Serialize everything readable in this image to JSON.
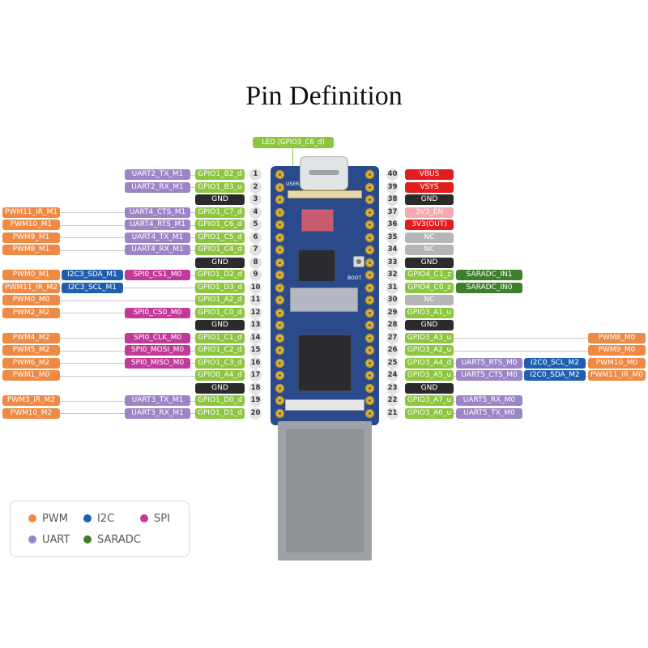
{
  "title": "Pin Definition",
  "led_label": "LED (GPIO3_C6_d)",
  "board_text": {
    "user": "USER",
    "boot": "BOOT"
  },
  "colors": {
    "pwm": "#ee8a43",
    "i2c": "#1f5fb0",
    "spi": "#c13a9a",
    "uart": "#9b85c6",
    "gpio": "#8cc63f",
    "saradc": "#3e7f2c",
    "gnd": "#2b2b2b",
    "power": "#e31d1d",
    "nc": "#b6b6b6"
  },
  "legend": [
    {
      "label": "PWM",
      "type": "pwm"
    },
    {
      "label": "I2C",
      "type": "i2c"
    },
    {
      "label": "SPI",
      "type": "spi"
    },
    {
      "label": "UART",
      "type": "uart"
    },
    {
      "label": "SARADC",
      "type": "sar"
    }
  ],
  "left_pins": [
    {
      "num": "1",
      "labels": [
        {
          "text": "UART2_TX_M1",
          "type": "uart"
        },
        {
          "text": "GPIO1_B2_d",
          "type": "gpio"
        }
      ]
    },
    {
      "num": "2",
      "labels": [
        {
          "text": "UART2_RX_M1",
          "type": "uart"
        },
        {
          "text": "GPIO1_B3_u",
          "type": "gpio"
        }
      ]
    },
    {
      "num": "3",
      "labels": [
        {
          "text": "GND",
          "type": "gnd"
        }
      ]
    },
    {
      "num": "4",
      "labels": [
        {
          "text": "PWM11_IR_M1",
          "type": "pwm"
        },
        {
          "text": "UART4_CTS_M1",
          "type": "uart"
        },
        {
          "text": "GPIO1_C7_d",
          "type": "gpio"
        }
      ]
    },
    {
      "num": "5",
      "labels": [
        {
          "text": "PWM10_M1",
          "type": "pwm"
        },
        {
          "text": "UART4_RTS_M1",
          "type": "uart"
        },
        {
          "text": "GPIO1_C6_d",
          "type": "gpio"
        }
      ]
    },
    {
      "num": "6",
      "labels": [
        {
          "text": "PWM9_M1",
          "type": "pwm"
        },
        {
          "text": "UART4_TX_M1",
          "type": "uart"
        },
        {
          "text": "GPIO1_C5_d",
          "type": "gpio"
        }
      ]
    },
    {
      "num": "7",
      "labels": [
        {
          "text": "PWM8_M1",
          "type": "pwm"
        },
        {
          "text": "UART4_RX_M1",
          "type": "uart"
        },
        {
          "text": "GPIO1_C4_d",
          "type": "gpio"
        }
      ]
    },
    {
      "num": "8",
      "labels": [
        {
          "text": "GND",
          "type": "gnd"
        }
      ]
    },
    {
      "num": "9",
      "labels": [
        {
          "text": "PWM0_M1",
          "type": "pwm"
        },
        {
          "text": "I2C3_SDA_M1",
          "type": "i2c"
        },
        {
          "text": "SPI0_CS1_M0",
          "type": "spi"
        },
        {
          "text": "GPIO1_D2_d",
          "type": "gpio"
        }
      ]
    },
    {
      "num": "10",
      "labels": [
        {
          "text": "PWM11_IR_M2",
          "type": "pwm"
        },
        {
          "text": "I2C3_SCL_M1",
          "type": "i2c"
        },
        {
          "text": "GPIO1_D3_d",
          "type": "gpio"
        }
      ]
    },
    {
      "num": "11",
      "labels": [
        {
          "text": "PWM0_M0",
          "type": "pwm"
        },
        {
          "text": "GPIO1_A2_d",
          "type": "gpio"
        }
      ]
    },
    {
      "num": "12",
      "labels": [
        {
          "text": "PWM2_M2",
          "type": "pwm"
        },
        {
          "text": "SPI0_CS0_M0",
          "type": "spi"
        },
        {
          "text": "GPIO1_C0_d",
          "type": "gpio"
        }
      ]
    },
    {
      "num": "13",
      "labels": [
        {
          "text": "GND",
          "type": "gnd"
        }
      ]
    },
    {
      "num": "14",
      "labels": [
        {
          "text": "PWM4_M2",
          "type": "pwm"
        },
        {
          "text": "SPI0_CLK_M0",
          "type": "spi"
        },
        {
          "text": "GPIO1_C1_d",
          "type": "gpio"
        }
      ]
    },
    {
      "num": "15",
      "labels": [
        {
          "text": "PWM5_M2",
          "type": "pwm"
        },
        {
          "text": "SPI0_MOSI_M0",
          "type": "spi"
        },
        {
          "text": "GPIO1_C2_d",
          "type": "gpio"
        }
      ]
    },
    {
      "num": "16",
      "labels": [
        {
          "text": "PWM6_M2",
          "type": "pwm"
        },
        {
          "text": "SPI0_MISO_M0",
          "type": "spi"
        },
        {
          "text": "GPIO1_C3_d",
          "type": "gpio"
        }
      ]
    },
    {
      "num": "17",
      "labels": [
        {
          "text": "PWM1_M0",
          "type": "pwm"
        },
        {
          "text": "GPIO0_A4_d",
          "type": "gpio"
        }
      ]
    },
    {
      "num": "18",
      "labels": [
        {
          "text": "GND",
          "type": "gnd"
        }
      ]
    },
    {
      "num": "19",
      "labels": [
        {
          "text": "PWM3_IR_M2",
          "type": "pwm"
        },
        {
          "text": "UART3_TX_M1",
          "type": "uart"
        },
        {
          "text": "GPIO1_D0_d",
          "type": "gpio"
        }
      ]
    },
    {
      "num": "20",
      "labels": [
        {
          "text": "PWM10_M2",
          "type": "pwm"
        },
        {
          "text": "UART3_RX_M1",
          "type": "uart"
        },
        {
          "text": "GPIO1_D1_d",
          "type": "gpio"
        }
      ]
    }
  ],
  "right_pins": [
    {
      "num": "40",
      "labels": [
        {
          "text": "VBUS",
          "type": "red"
        }
      ]
    },
    {
      "num": "39",
      "labels": [
        {
          "text": "VSYS",
          "type": "red"
        }
      ]
    },
    {
      "num": "38",
      "labels": [
        {
          "text": "GND",
          "type": "gnd"
        }
      ]
    },
    {
      "num": "37",
      "labels": [
        {
          "text": "3V3_EN",
          "type": "pink"
        }
      ]
    },
    {
      "num": "36",
      "labels": [
        {
          "text": "3V3(OUT)",
          "type": "red"
        }
      ]
    },
    {
      "num": "35",
      "labels": [
        {
          "text": "NC",
          "type": "nc"
        }
      ]
    },
    {
      "num": "34",
      "labels": [
        {
          "text": "NC",
          "type": "nc"
        }
      ]
    },
    {
      "num": "33",
      "labels": [
        {
          "text": "GND",
          "type": "gnd"
        }
      ]
    },
    {
      "num": "32",
      "labels": [
        {
          "text": "GPIO4_C1_z",
          "type": "gpio"
        },
        {
          "text": "SARADC_IN1",
          "type": "sar"
        }
      ]
    },
    {
      "num": "31",
      "labels": [
        {
          "text": "GPIO4_C0_z",
          "type": "gpio"
        },
        {
          "text": "SARADC_IN0",
          "type": "sar"
        }
      ]
    },
    {
      "num": "30",
      "labels": [
        {
          "text": "NC",
          "type": "nc"
        }
      ]
    },
    {
      "num": "29",
      "labels": [
        {
          "text": "GPIO3_A1_u",
          "type": "gpio"
        }
      ]
    },
    {
      "num": "28",
      "labels": [
        {
          "text": "GND",
          "type": "gnd"
        }
      ]
    },
    {
      "num": "27",
      "labels": [
        {
          "text": "GPIO3_A3_u",
          "type": "gpio"
        },
        {
          "text": "PWM8_M0",
          "type": "pwm"
        }
      ]
    },
    {
      "num": "26",
      "labels": [
        {
          "text": "GPIO3_A2_u",
          "type": "gpio"
        },
        {
          "text": "PWM9_M0",
          "type": "pwm"
        }
      ]
    },
    {
      "num": "25",
      "labels": [
        {
          "text": "GPIO3_A4_d",
          "type": "gpio"
        },
        {
          "text": "UART5_RTS_M0",
          "type": "uart"
        },
        {
          "text": "I2C0_SCL_M2",
          "type": "i2c"
        },
        {
          "text": "PWM10_M0",
          "type": "pwm"
        }
      ]
    },
    {
      "num": "24",
      "labels": [
        {
          "text": "GPIO3_A5_u",
          "type": "gpio"
        },
        {
          "text": "UART5_CTS_M0",
          "type": "uart"
        },
        {
          "text": "I2C0_SDA_M2",
          "type": "i2c"
        },
        {
          "text": "PWM11_IR_M0",
          "type": "pwm"
        }
      ]
    },
    {
      "num": "23",
      "labels": [
        {
          "text": "GND",
          "type": "gnd"
        }
      ]
    },
    {
      "num": "22",
      "labels": [
        {
          "text": "GPIO3_A7_u",
          "type": "gpio"
        },
        {
          "text": "UART5_RX_M0",
          "type": "uart"
        }
      ]
    },
    {
      "num": "21",
      "labels": [
        {
          "text": "GPIO3_A6_u",
          "type": "gpio"
        },
        {
          "text": "UART5_TX_M0",
          "type": "uart"
        }
      ]
    }
  ]
}
